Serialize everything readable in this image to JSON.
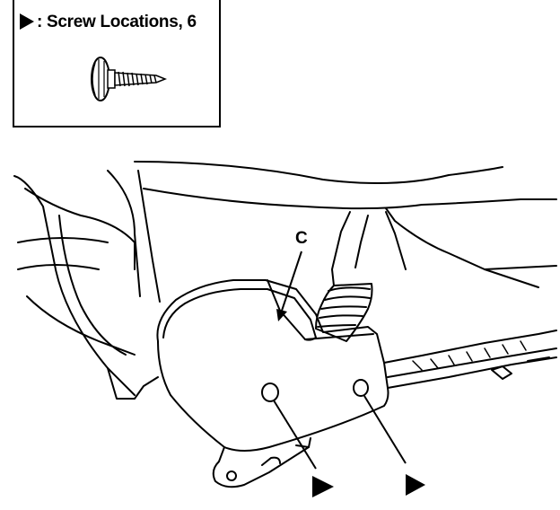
{
  "legend": {
    "marker_icon": "triangle-pointer-icon",
    "label": ": Screw Locations, 6"
  },
  "screw_icon": "screw-icon",
  "callouts": {
    "c_label": "C"
  },
  "arrows": [
    {
      "name": "screw-arrow-left",
      "icon": "triangle-pointer-icon"
    },
    {
      "name": "screw-arrow-right",
      "icon": "triangle-pointer-icon"
    }
  ]
}
